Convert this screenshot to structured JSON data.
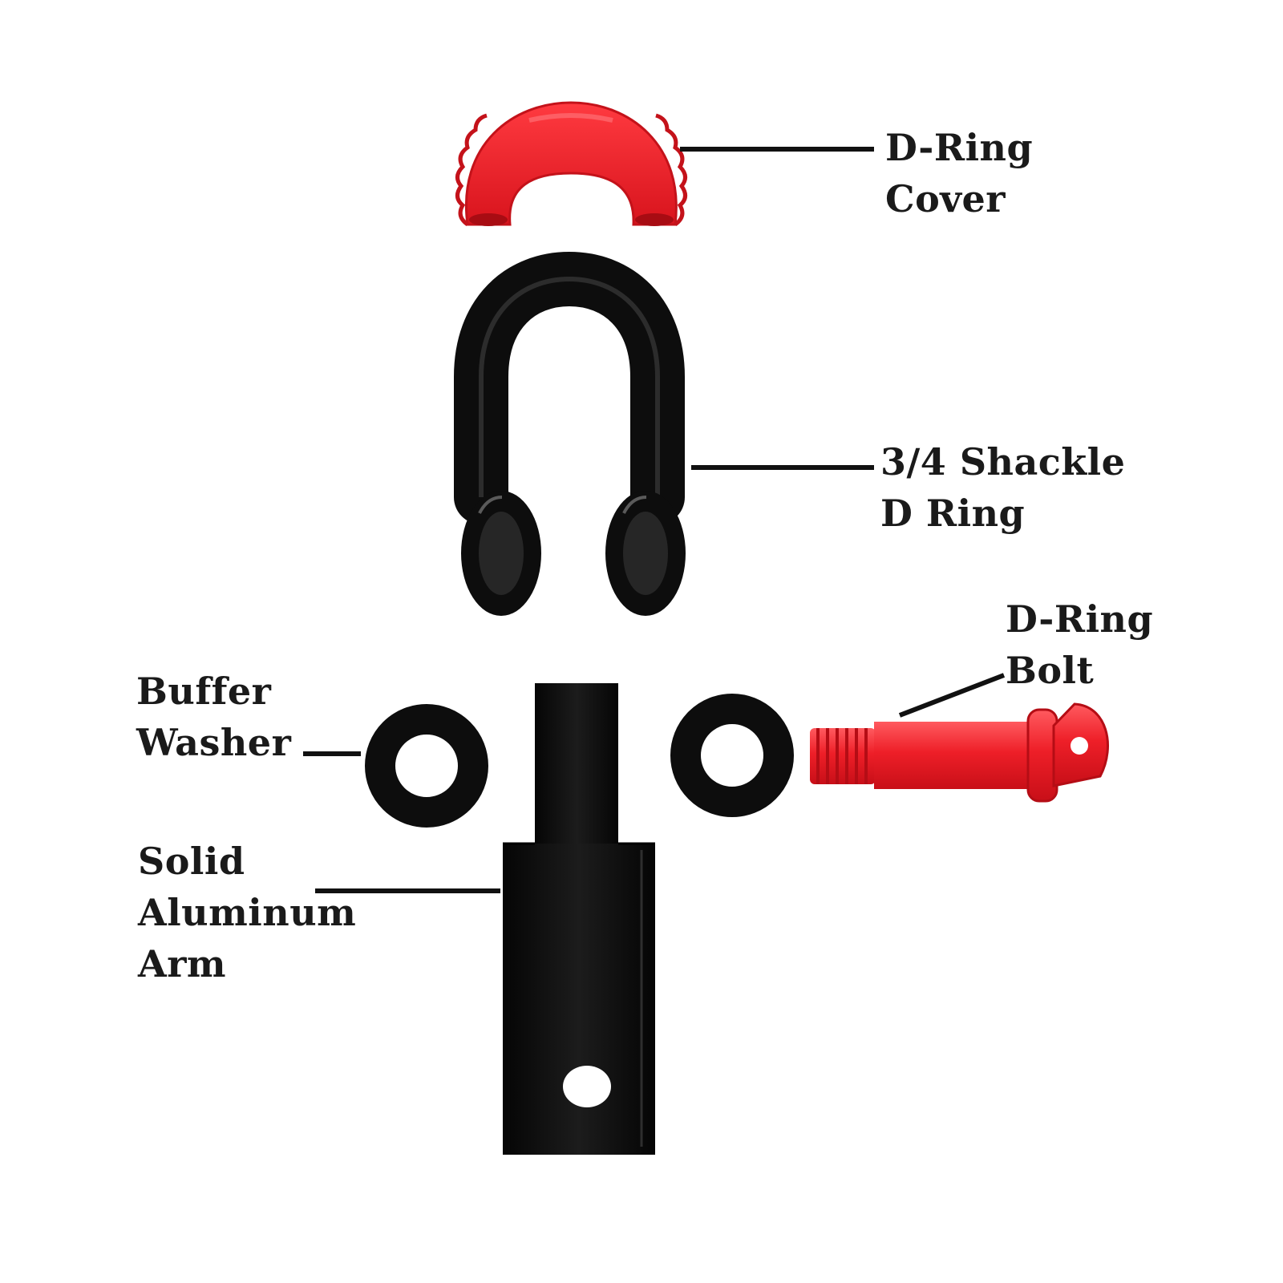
{
  "labels": {
    "dring_cover": [
      "D-Ring",
      "Cover"
    ],
    "shackle": [
      "3/4 Shackle",
      "D Ring"
    ],
    "dring_bolt": [
      "D-Ring",
      "Bolt"
    ],
    "buffer_washer": [
      "Buffer",
      "Washer"
    ],
    "aluminum_arm": [
      "Solid",
      "Aluminum",
      "Arm"
    ]
  },
  "colors": {
    "part_red": "#e8202a",
    "part_black": "#0d0d0d",
    "leader_line": "#111111",
    "text": "#1a1a1a"
  }
}
